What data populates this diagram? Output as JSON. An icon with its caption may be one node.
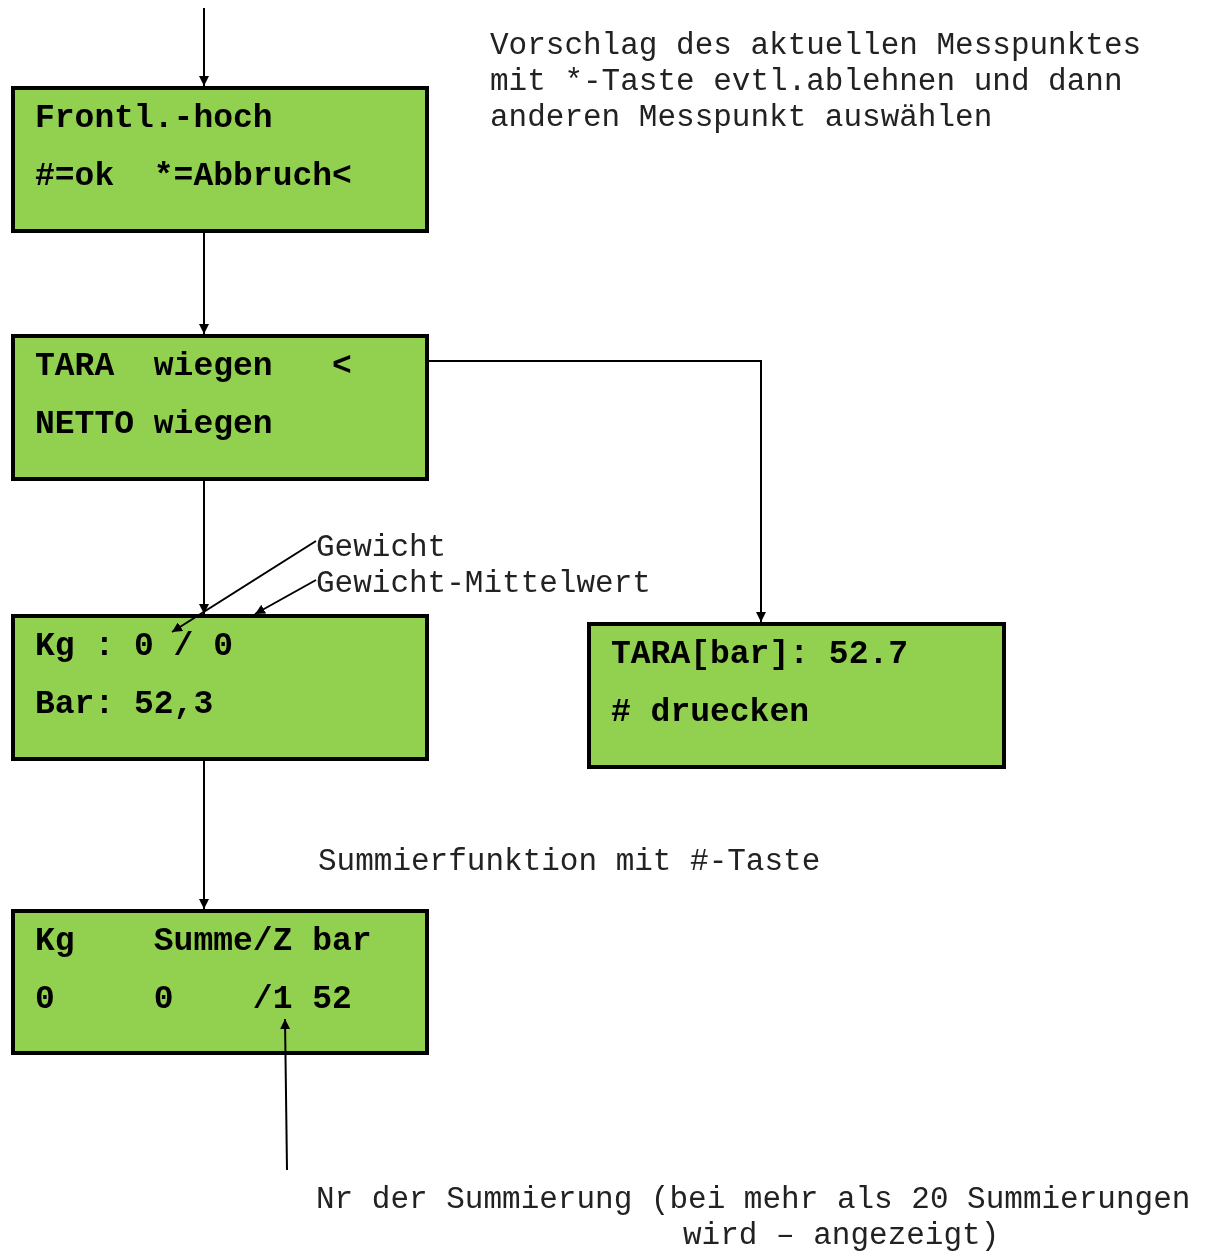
{
  "diagram": {
    "nodes": [
      {
        "text": [
          "Frontl.-hoch",
          "#=ok  *=Abbruch<"
        ]
      },
      {
        "text": [
          "TARA  wiegen   <",
          "NETTO wiegen"
        ]
      },
      {
        "text": [
          "Kg : 0 / 0",
          "Bar: 52,3"
        ]
      },
      {
        "text": [
          "TARA[bar]: 52.7",
          "# druecken"
        ]
      },
      {
        "text": [
          "Kg    Summe/Z bar",
          "0     0    /1 52"
        ]
      },
      {
        "text": [
          "Gewicht"
        ]
      },
      {
        "text": [
          "Gewicht-Mittelwert"
        ]
      },
      {
        "text": [
          "Nr der Summierung (bei mehr als 20 Summierungen wird – angezeigt)"
        ]
      }
    ],
    "edges": [
      {
        "from": null,
        "to": 0,
        "arrow": "to"
      },
      {
        "from": 0,
        "to": 1,
        "arrow": "to"
      },
      {
        "from": 1,
        "to": 2,
        "arrow": "to"
      },
      {
        "from": 1,
        "to": 3,
        "arrow": "to"
      },
      {
        "from": 2,
        "to": 4,
        "arrow": "to"
      },
      {
        "from": 5,
        "to": 2,
        "arrow": "to"
      },
      {
        "from": 6,
        "to": 2,
        "arrow": "to"
      },
      {
        "from": 7,
        "to": 4,
        "arrow": "to"
      }
    ],
    "labels": [
      "Vorschlag des aktuellen Messpunktes mit *-Taste evtl.ablehnen und dann anderen Messpunkt auswählen",
      "Summierfunktion mit #-Taste"
    ]
  }
}
